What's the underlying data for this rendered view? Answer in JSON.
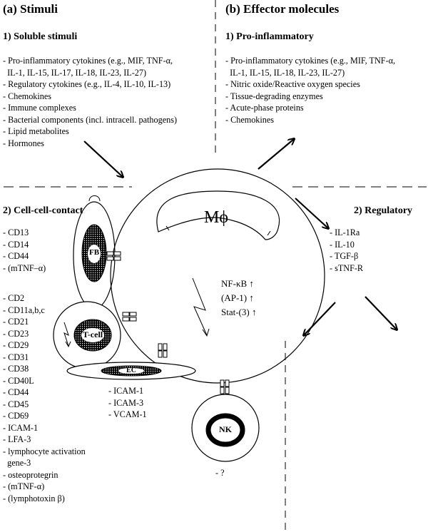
{
  "stimuli": {
    "heading": "(a) Stimuli",
    "soluble": {
      "title": "1) Soluble stimuli",
      "items": [
        "- Pro-inflammatory cytokines (e.g., MIF, TNF-α,",
        "  IL-1, IL-15, IL-17, IL-18, IL-23, IL-27)",
        "- Regulatory cytokines (e.g., IL-4, IL-10, IL-13)",
        "- Chemokines",
        "- Immune complexes",
        "- Bacterial components (incl. intracell. pathogens)",
        "- Lipid metabolites",
        "- Hormones"
      ]
    },
    "contact": {
      "title": "2) Cell-cell-contact",
      "fb_items": [
        "- CD13",
        "- CD14",
        "- CD44",
        "- (mTNF–α)"
      ],
      "tcell_items": [
        "- CD2",
        "- CD11a,b,c",
        "- CD21",
        "- CD23",
        "- CD29",
        "- CD31",
        "- CD38",
        "- CD40L",
        "- CD44",
        "- CD45",
        "- CD69",
        "- ICAM-1",
        "- LFA-3",
        "- lymphocyte activation",
        "  gene-3",
        "- osteoprotegrin",
        "- (mTNF-α)",
        "- (lymphotoxin β)"
      ],
      "ec_items": [
        "- ICAM-1",
        "- ICAM-3",
        "- VCAM-1"
      ],
      "nk_items": [
        "- ?"
      ]
    }
  },
  "effectors": {
    "heading": "(b) Effector molecules",
    "pro": {
      "title": "1) Pro-inflammatory",
      "items": [
        "- Pro-inflammatory cytokines (e.g., MIF, TNF-α,",
        "  IL-1, IL-15, IL-18, IL-23, IL-27)",
        "- Nitric oxide/Reactive oxygen species",
        "- Tissue-degrading enzymes",
        "- Acute-phase proteins",
        "- Chemokines"
      ]
    },
    "regulatory": {
      "title": "2) Regulatory",
      "items": [
        "- IL-1Ra",
        "- IL-10",
        "- TGF-β",
        "- sTNF-R"
      ]
    }
  },
  "cells": {
    "macrophage": "Mϕ",
    "fb": "FB",
    "tcell": "T-cell",
    "ec": "EC",
    "nk": "NK"
  },
  "transcription": [
    "NF-κB ↑",
    "(AP-1) ↑",
    "Stat-(3) ↑"
  ]
}
